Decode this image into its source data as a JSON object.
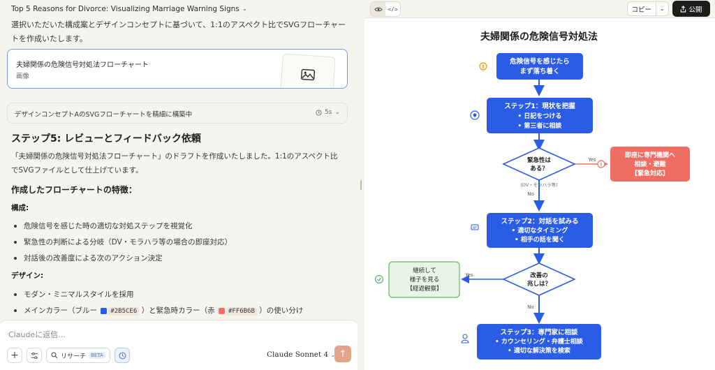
{
  "window": {
    "title": "Top 5 Reasons for Divorce: Visualizing Marriage Warning Signs"
  },
  "chat": {
    "intro": "選択いただいた構成案とデザインコンセプトに基づいて、1:1のアスペクト比でSVGフローチャートを作成いたします。",
    "artifact": {
      "title": "夫婦関係の危険信号対処法フローチャート",
      "type": "画像",
      "icon": "image-icon"
    },
    "thinking": {
      "label": "デザインコンセプトAのSVGフローチャートを精細に構築中",
      "duration": "5s"
    },
    "step_heading": "ステップ5: レビューとフィードバック依頼",
    "body": "「夫婦関係の危険信号対処法フローチャート」のドラフトを作成いたしました。1:1のアスペクト比でSVGファイルとして仕上げています。",
    "features_heading": "作成したフローチャートの特徴：",
    "structure_label": "構成:",
    "structure_items": [
      "危険信号を感じた時の適切な対処ステップを視覚化",
      "緊急性の判断による分岐（DV・モラハラ等の場合の即座対応）",
      "対話後の改善度による次のアクション決定"
    ],
    "design_label": "デザイン:",
    "design_items": [
      "モダン・ミニマルスタイルを採用"
    ],
    "color_item": {
      "prefix": "メインカラー（ブルー",
      "blue_code": "#2B5CE6",
      "middle": "）と緊急時カラー（赤",
      "red_code": "#FF6B6B",
      "suffix": "）の使い分け"
    }
  },
  "composer": {
    "placeholder": "Claudeに返信...",
    "research_label": "リサーチ",
    "beta_label": "BETA",
    "model": "Claude Sonnet 4"
  },
  "artifact_toolbar": {
    "copy_label": "コピー",
    "publish_label": "公開"
  },
  "flowchart": {
    "title": "夫婦関係の危険信号対処法",
    "start": [
      "危険信号を感じたら",
      "まず落ち着く"
    ],
    "step1": [
      "ステップ1：現状を把握",
      "• 日記をつける",
      "• 第三者に相談"
    ],
    "decision1": [
      "緊急性は",
      "ある？"
    ],
    "decision1_note": "(DV・モラハラ等)",
    "yes": "Yes",
    "no": "No",
    "emergency": [
      "即座に専門機関へ",
      "相談・避難",
      "【緊急対応】"
    ],
    "step2": [
      "ステップ2：対話を試みる",
      "• 適切なタイミング",
      "• 相手の話を聞く"
    ],
    "decision2": [
      "改善の",
      "兆しは？"
    ],
    "continue": [
      "継続して",
      "様子を見る",
      "【経過観察】"
    ],
    "step3": [
      "ステップ3：専門家に相談",
      "• カウンセリング・弁護士相談",
      "• 適切な解決策を検索"
    ],
    "colors": {
      "blue": "#2B5CE6",
      "red": "#FF6B6B",
      "green": "#5cb85c",
      "green_fill": "#e9f5e4",
      "red_fill": "#ee6e64"
    }
  }
}
